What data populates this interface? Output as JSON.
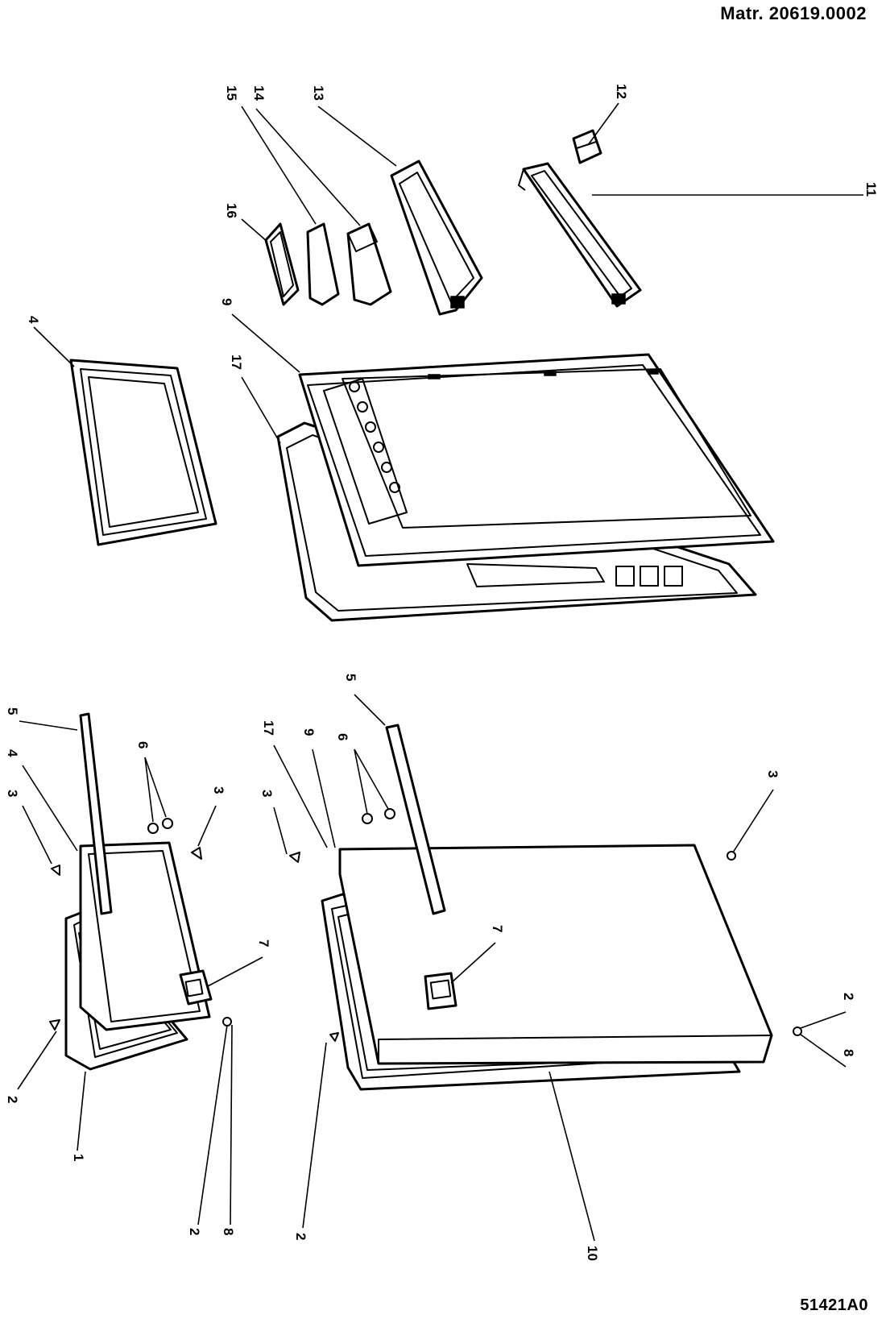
{
  "header": {
    "material_code": "Matr. 20619.0002"
  },
  "footer": {
    "drawing_code": "51421A0"
  },
  "callouts": {
    "c1": "1",
    "c2": "2",
    "c3": "3",
    "c4": "4",
    "c5": "5",
    "c6": "6",
    "c7": "7",
    "c8": "8",
    "c9": "9",
    "c10": "10",
    "c11": "11",
    "c12": "12",
    "c13": "13",
    "c14": "14",
    "c15": "15",
    "c16": "16",
    "c17": "17"
  }
}
